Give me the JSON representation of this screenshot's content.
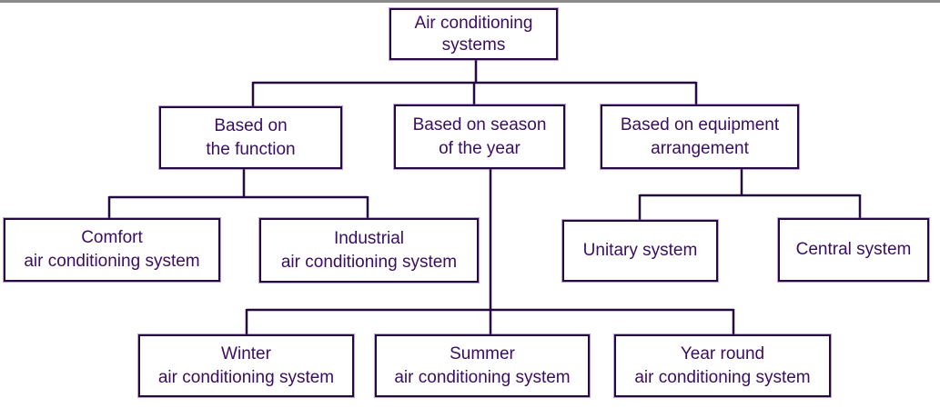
{
  "title": "Air conditioning systems classification diagram",
  "colors": {
    "connector": "#250a41",
    "box_border": "#250a41",
    "text": "#3a0d63",
    "background": "#ffffff",
    "top_rule": "#8a8a8a"
  },
  "nodes": [
    {
      "id": "air-conditioning-systems",
      "lines": [
        "Air conditioning",
        "systems"
      ]
    },
    {
      "id": "based-on-function",
      "lines": [
        "Based on",
        "the function"
      ]
    },
    {
      "id": "based-on-season",
      "lines": [
        "Based on season",
        "of the year"
      ]
    },
    {
      "id": "based-on-equipment",
      "lines": [
        "Based on equipment",
        "arrangement"
      ]
    },
    {
      "id": "comfort",
      "lines": [
        "Comfort",
        "air conditioning system"
      ]
    },
    {
      "id": "industrial",
      "lines": [
        "Industrial",
        "air conditioning system"
      ]
    },
    {
      "id": "unitary",
      "lines": [
        "Unitary system"
      ]
    },
    {
      "id": "central",
      "lines": [
        "Central system"
      ]
    },
    {
      "id": "winter",
      "lines": [
        "Winter",
        "air conditioning system"
      ]
    },
    {
      "id": "summer",
      "lines": [
        "Summer",
        "air conditioning system"
      ]
    },
    {
      "id": "year-round",
      "lines": [
        "Year round",
        "air conditioning system"
      ]
    }
  ],
  "hierarchy": {
    "root": "air-conditioning-systems",
    "children": {
      "air-conditioning-systems": [
        "based-on-function",
        "based-on-season",
        "based-on-equipment"
      ],
      "based-on-function": [
        "comfort",
        "industrial"
      ],
      "based-on-season": [
        "winter",
        "summer",
        "year-round"
      ],
      "based-on-equipment": [
        "unitary",
        "central"
      ]
    }
  }
}
